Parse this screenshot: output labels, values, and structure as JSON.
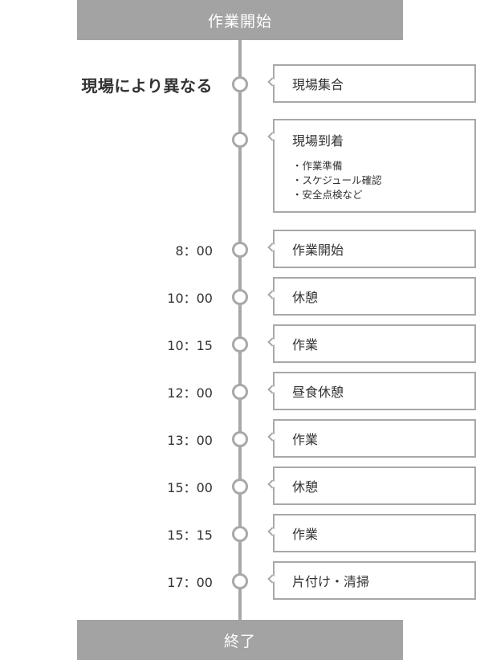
{
  "header": {
    "label": "作業開始"
  },
  "footer": {
    "label": "終了"
  },
  "schedule": [
    {
      "time": "現場により異なる",
      "title": "現場集合"
    },
    {
      "time": "",
      "title": "現場到着",
      "notes": [
        "作業準備",
        "スケジュール確認",
        "安全点検など"
      ]
    },
    {
      "time": "8：00",
      "title": "作業開始"
    },
    {
      "time": "10：00",
      "title": "休憩"
    },
    {
      "time": "10：15",
      "title": "作業"
    },
    {
      "time": "12：00",
      "title": "昼食休憩"
    },
    {
      "time": "13：00",
      "title": "作業"
    },
    {
      "time": "15：00",
      "title": "休憩"
    },
    {
      "time": "15：15",
      "title": "作業"
    },
    {
      "time": "17：00",
      "title": "片付け・清掃"
    }
  ]
}
